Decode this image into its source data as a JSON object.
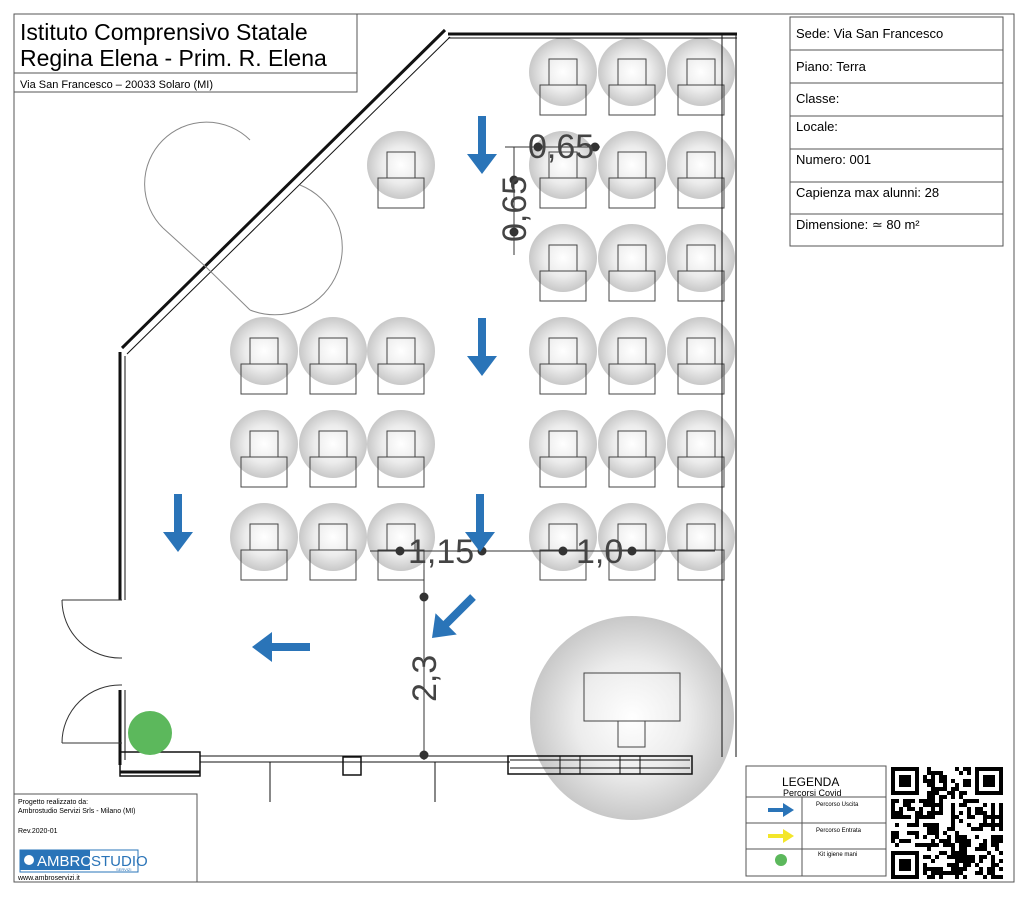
{
  "header": {
    "school_line1": "Istituto Comprensivo Statale",
    "school_line2": "Regina Elena - Prim. R. Elena",
    "address": "Via San Francesco – 20033 Solaro (MI)"
  },
  "info_box": {
    "sede": "Sede:  Via San Francesco",
    "piano": "Piano: Terra",
    "classe": "Classe:",
    "locale": "Locale:",
    "numero": "Numero: 001",
    "capienza": "Capienza max alunni: 28",
    "dimensione": "Dimensione: ≃ 80 m²"
  },
  "dimensions": {
    "d_065_h": "0,65",
    "d_065_v": "0,65",
    "d_115": "1,15",
    "d_10": "1,0",
    "d_23": "2,3"
  },
  "legend": {
    "title": "LEGENDA",
    "subtitle": "Percorsi Covid",
    "exit_label": "Percorso Uscita",
    "entry_label": "Percorso Entrata",
    "kit_label": "Kit igiene mani",
    "exit_color": "#2a74b8",
    "entry_color": "#f3e62a",
    "kit_color": "#5cb85c"
  },
  "credits": {
    "line1": "Progetto realizzato da:",
    "line2": "Ambrostudio Servizi Srls - Milano (MI)",
    "rev": "Rev.2020-01",
    "logo_a": "AMBRO",
    "logo_b": "STUDIO",
    "logo_c": "SERVIZI",
    "website": "www.ambroservizi.it"
  }
}
